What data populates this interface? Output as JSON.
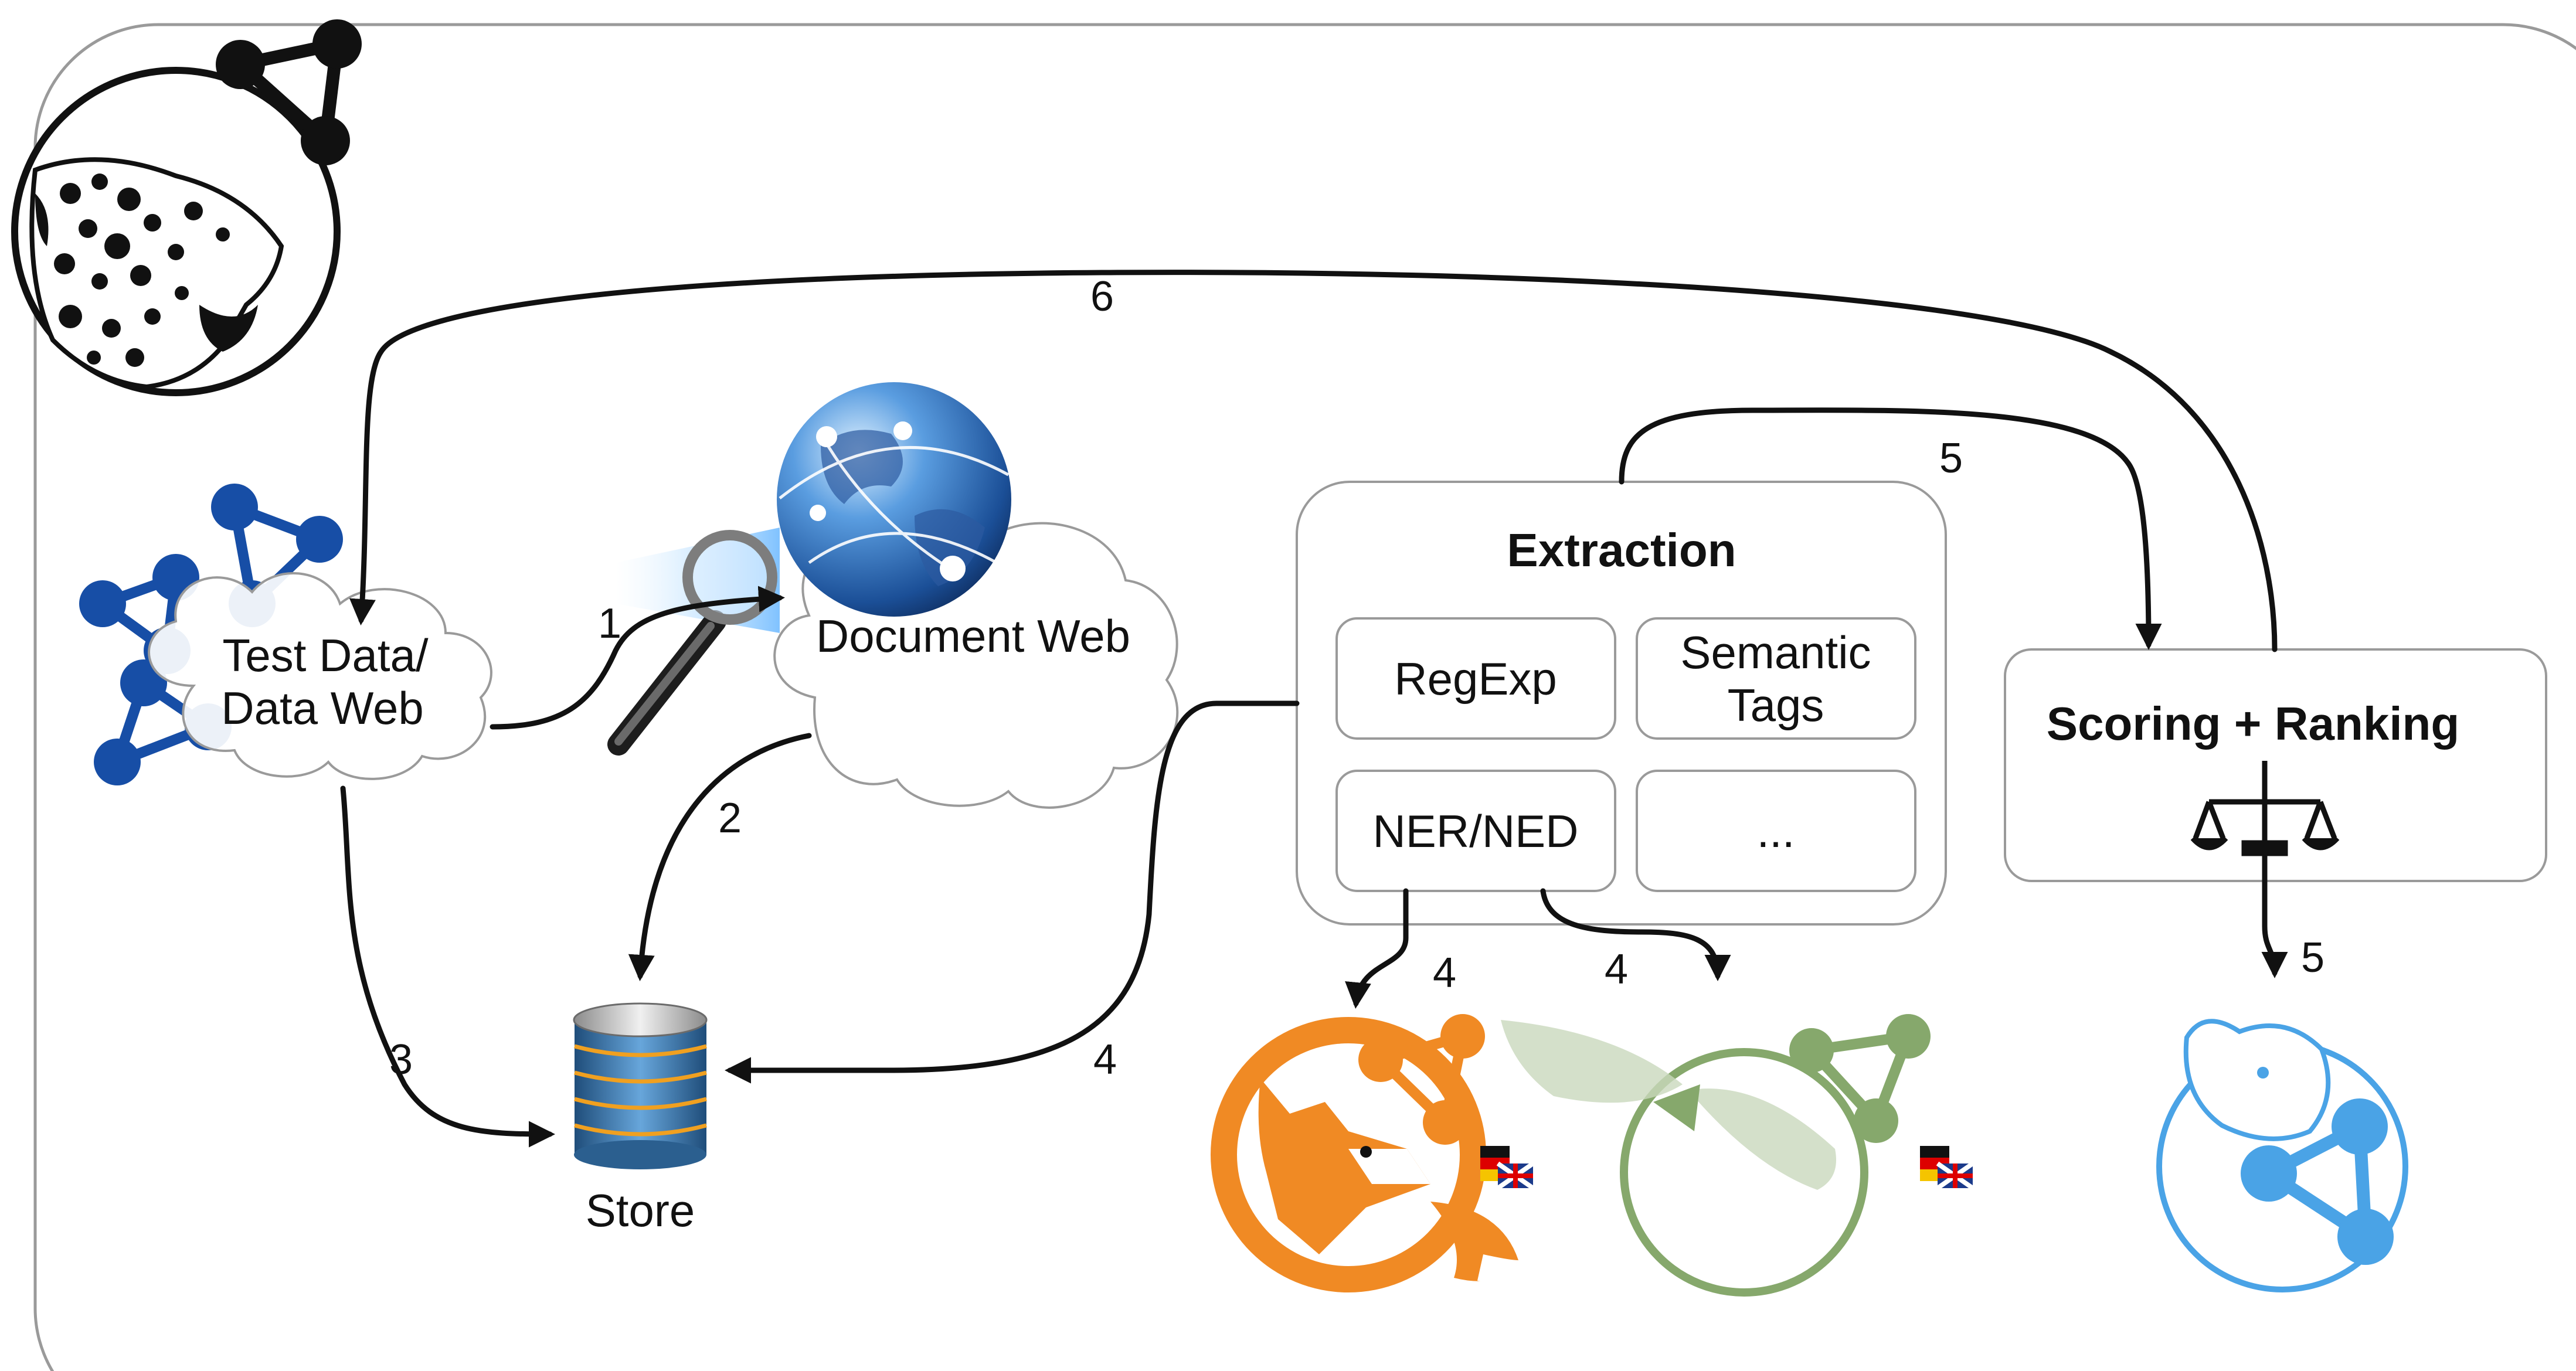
{
  "nodes": {
    "test_data": {
      "line1": "Test Data/",
      "line2": "Data Web"
    },
    "document_web": {
      "label": "Document Web"
    },
    "store": {
      "label": "Store"
    },
    "extraction": {
      "title": "Extraction",
      "modules": {
        "regexp": "RegExp",
        "semantic_line1": "Semantic",
        "semantic_line2": "Tags",
        "ner": "NER/NED",
        "more": "..."
      }
    },
    "scoring": {
      "title": "Scoring + Ranking"
    }
  },
  "edges": {
    "e1": "1",
    "e2": "2",
    "e3": "3",
    "e4_store": "4",
    "e4_fox": "4",
    "e4_agdistis": "4",
    "e5_top": "5",
    "e5_bottom": "5",
    "e6": "6"
  },
  "colors": {
    "blue_graph": "#174ea6",
    "fox_orange": "#f08a24",
    "agdistis_green": "#86a86c",
    "hamster_blue": "#4aa3e6",
    "box_border": "#9a9a9a",
    "arrow": "#111111"
  },
  "icons": [
    "jaguar-logo-icon",
    "blue-graph-icon",
    "globe-icon",
    "magnifier-icon",
    "database-store-icon",
    "fox-logo-icon",
    "agdistis-logo-icon",
    "flags-icon",
    "scales-icon",
    "hamster-logo-icon"
  ]
}
